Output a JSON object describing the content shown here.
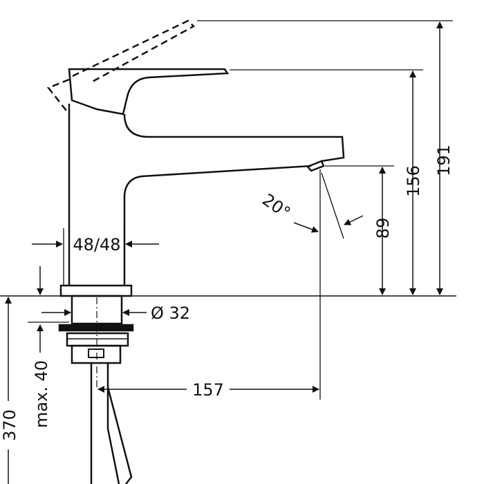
{
  "drawing": {
    "title": "Basin mixer dimension drawing",
    "dimensions": {
      "total_height": "191",
      "lever_height": "156",
      "spout_height": "89",
      "spout_angle": "20°",
      "body_width": "48/48",
      "shank_diameter": "Ø 32",
      "projection": "157",
      "max_thickness": "max. 40",
      "hose_length": "370"
    },
    "line_color": "#111111",
    "background": "#ffffff"
  }
}
